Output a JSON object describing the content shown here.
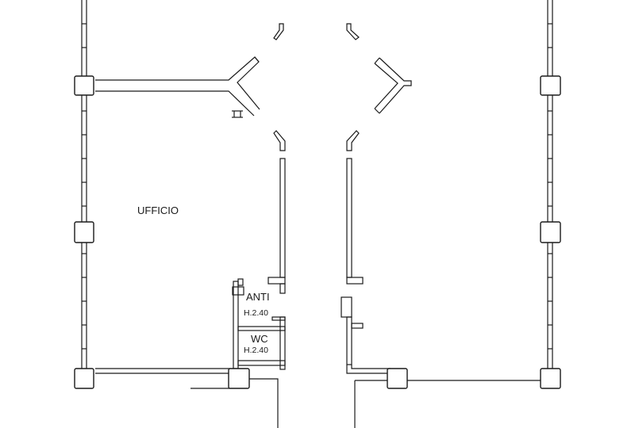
{
  "rooms": {
    "office": {
      "name": "UFFICIO"
    },
    "anteroom": {
      "name": "ANTI",
      "height": "H.2.40"
    },
    "toilet": {
      "name": "WC",
      "height": "H.2.40"
    }
  },
  "colors": {
    "line": "#1a1a1a",
    "background": "#ffffff"
  }
}
